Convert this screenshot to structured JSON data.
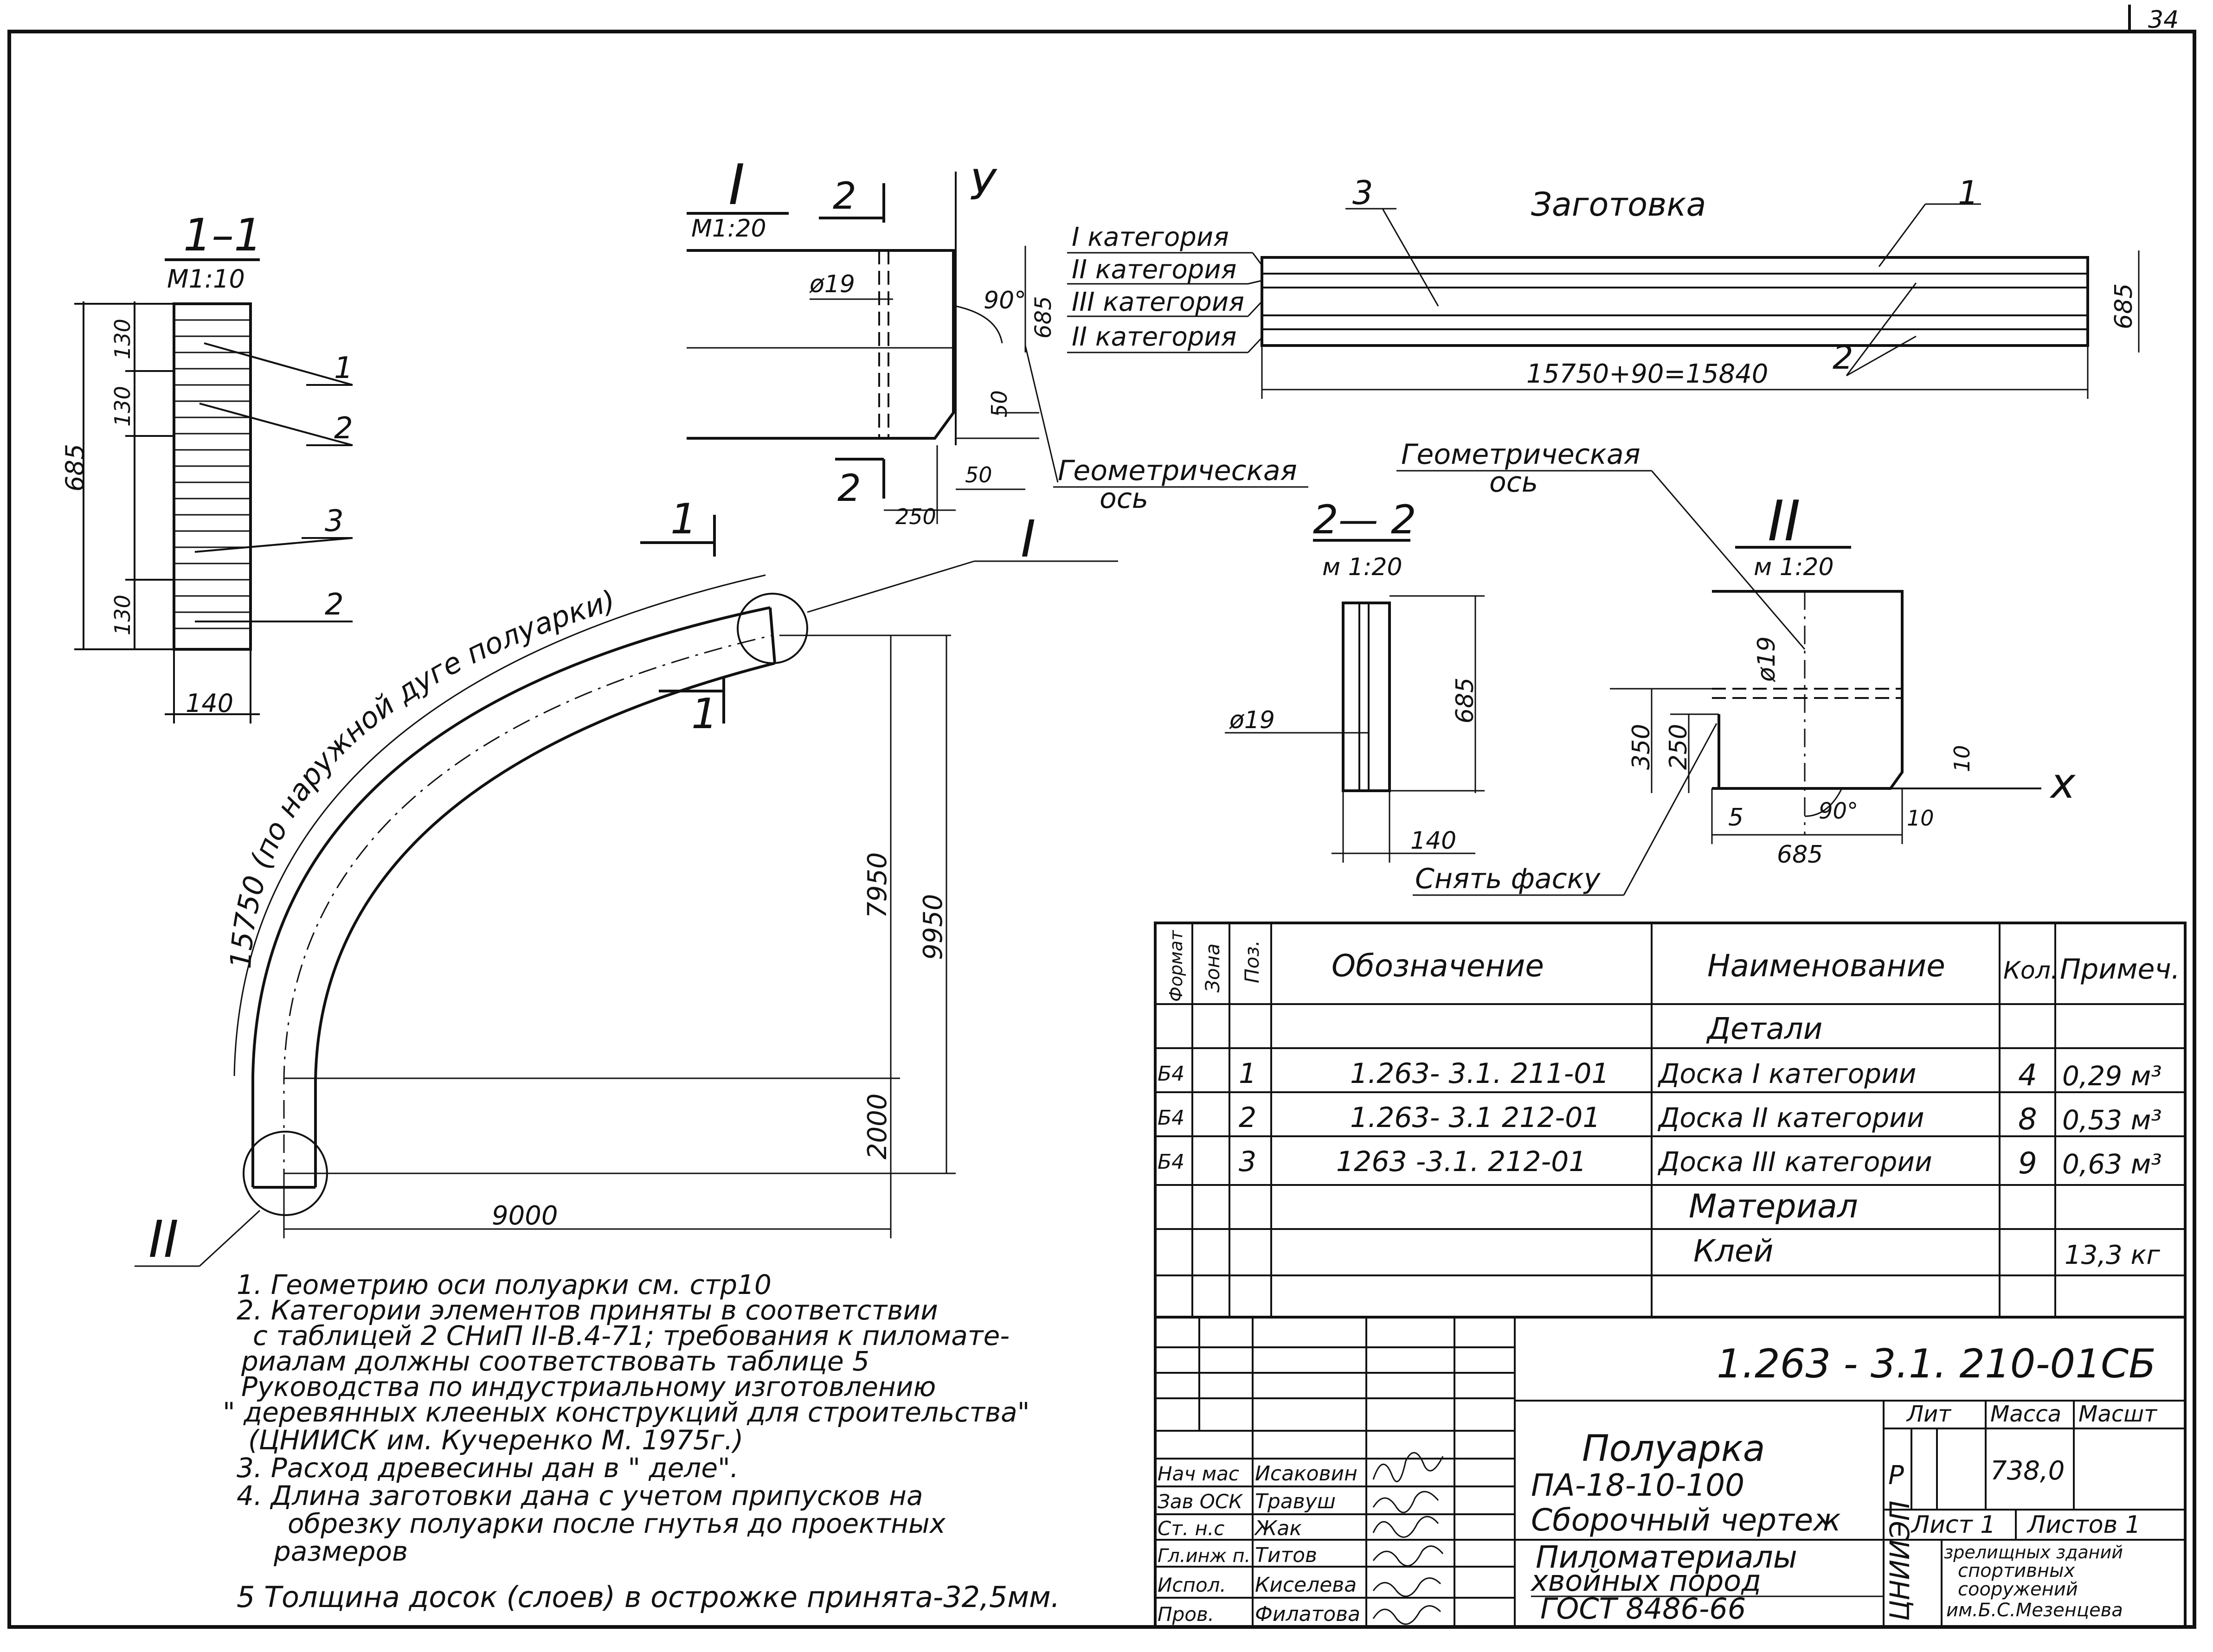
{
  "page_number": "34",
  "section_1_1": {
    "title": "1–1",
    "scale": "М1:10",
    "total": "685",
    "d130a": "130",
    "d130b": "130",
    "d130c": "130",
    "width": "140",
    "pos1": "1",
    "pos2a": "2",
    "pos3": "3",
    "pos2b": "2"
  },
  "node_I": {
    "title": "I",
    "scale": "М1:20",
    "sec": "2",
    "sec2": "2",
    "axis_y": "У",
    "diam": "ø19",
    "angle": "90°",
    "h685": "685",
    "d50a": "50",
    "d50b": "50",
    "d250": "250"
  },
  "blank": {
    "title": "Заготовка",
    "p3": "3",
    "p1": "1",
    "p2": "2",
    "cat1": "I категория",
    "cat2": "II категория",
    "cat3": "III категория",
    "cat4": "II категория",
    "length": "15750+90=15840",
    "h685": "685"
  },
  "geo_axis_1": {
    "l1": "Геометрическая",
    "l2": "ось"
  },
  "geo_axis_2": {
    "l1": "Геометрическая",
    "l2": "ось"
  },
  "arc": {
    "sec_top": "1",
    "sec_bot": "1",
    "arc_label": "15750 (по наружной дуге полуарки)",
    "d7950": "7950",
    "d9950": "9950",
    "d2000": "2000",
    "d9000": "9000",
    "node1": "I",
    "node2": "II"
  },
  "section_2_2": {
    "title": "2— 2",
    "scale": "м 1:20",
    "h685": "685",
    "diam": "ø19",
    "w140": "140",
    "chamfer": "Снять фаску"
  },
  "node_II": {
    "title": "II",
    "scale": "м 1:20",
    "diam": "ø19",
    "d350": "350",
    "d250": "250",
    "d10a": "10",
    "d10b": "10",
    "d5": "5",
    "angle": "90°",
    "w685": "685",
    "axis_x": "x"
  },
  "notes": [
    "1. Геометрию оси полуарки см. стр10",
    "2. Категории элементов приняты в соответствии",
    "с таблицей 2 СНиП II-В.4-71; требования к пиломате-",
    "риалам должны соответствовать таблице 5",
    "Руководства по индустриальному изготовлению",
    "\" деревянных клееных конструкций для строительства\"",
    "(ЦНИИСК им. Кучеренко М. 1975г.)",
    "3. Расход древесины дан в \" деле\".",
    "4. Длина заготовки дана с учетом припусков на",
    "обрезку полуарки после гнутья до проектных",
    "размеров",
    "5 Толщина досок (слоев) в острожке принята-32,5мм."
  ],
  "spec": {
    "h_format": "Формат",
    "h_zone": "Зона",
    "h_pos": "Поз.",
    "h_designation": "Обозначение",
    "h_name": "Наименование",
    "h_qty": "Кол.",
    "h_note": "Примеч.",
    "section_details": "Детали",
    "rows": [
      {
        "fmt": "Б4",
        "pos": "1",
        "designation": "1.263- 3.1. 211-01",
        "name": "Доска I категории",
        "qty": "4",
        "note": "0,29 м³"
      },
      {
        "fmt": "Б4",
        "pos": "2",
        "designation": "1.263- 3.1 212-01",
        "name": "Доска II категории",
        "qty": "8",
        "note": "0,53 м³"
      },
      {
        "fmt": "Б4",
        "pos": "3",
        "designation": "1263 -3.1. 212-01",
        "name": "Доска III категории",
        "qty": "9",
        "note": "0,63 м³"
      }
    ],
    "section_material": "Материал",
    "glue_name": "Клей",
    "glue_note": "13,3 кг"
  },
  "stamp": {
    "doc_code": "1.263 - 3.1. 210-01СБ",
    "title1": "Полуарка",
    "title2": "ПА-18-10-100",
    "title3": "Сборочный чертеж",
    "h_lit": "Лит",
    "h_mass": "Масса",
    "h_scale": "Масшт",
    "lit": "Р",
    "mass": "738,0",
    "sheet": "Лист 1",
    "sheets": "Листов 1",
    "material1": "Пиломатериалы",
    "material2": "хвойных пород",
    "material3": "ГОСТ 8486-66",
    "org_logo": "ЦНИИЭП",
    "org1": "зрелищных зданий",
    "org2": "спортивных",
    "org3": "сооружений",
    "org4": "им.Б.С.Мезенцева",
    "people": [
      {
        "role": "Нач мас",
        "name": "Исаковин"
      },
      {
        "role": "Зав ОСК",
        "name": "Травуш"
      },
      {
        "role": "Ст. н.с",
        "name": "Жак"
      },
      {
        "role": "Гл.инж п.",
        "name": "Титов"
      },
      {
        "role": "Испол.",
        "name": "Киселева"
      },
      {
        "role": "Пров.",
        "name": "Филатова"
      }
    ]
  }
}
